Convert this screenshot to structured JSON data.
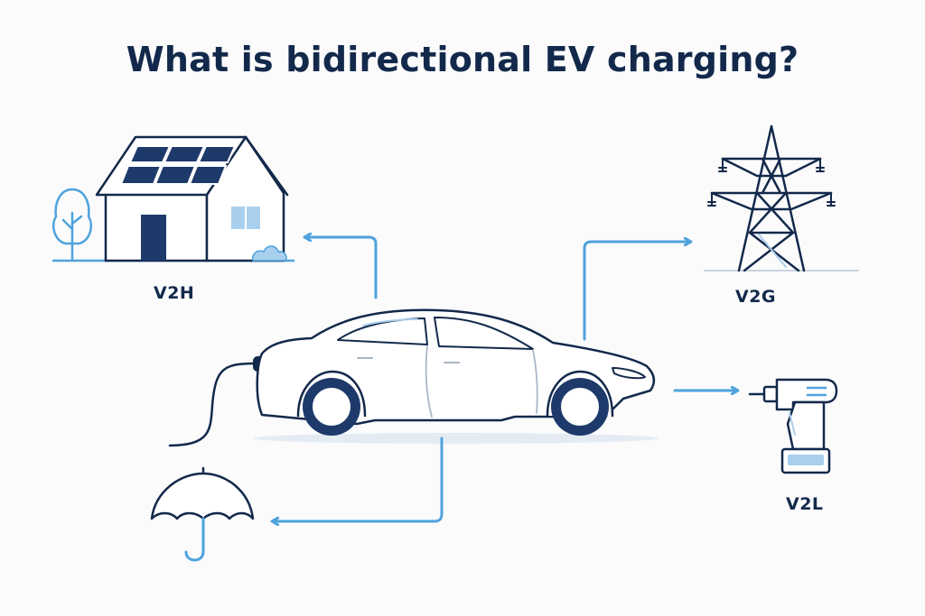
{
  "title": "What is bidirectional EV charging?",
  "labels": {
    "v2h": "V2H",
    "v2g": "V2G",
    "v2l": "V2L"
  },
  "icons": {
    "house": "house-with-solar-panels-icon",
    "tower": "power-transmission-tower-icon",
    "drill": "power-drill-icon",
    "umbrella": "umbrella-icon",
    "car": "electric-car-icon",
    "tree": "tree-icon"
  },
  "colors": {
    "navy": "#13294b",
    "accent": "#4ea3dc",
    "light": "#a9cfee"
  }
}
